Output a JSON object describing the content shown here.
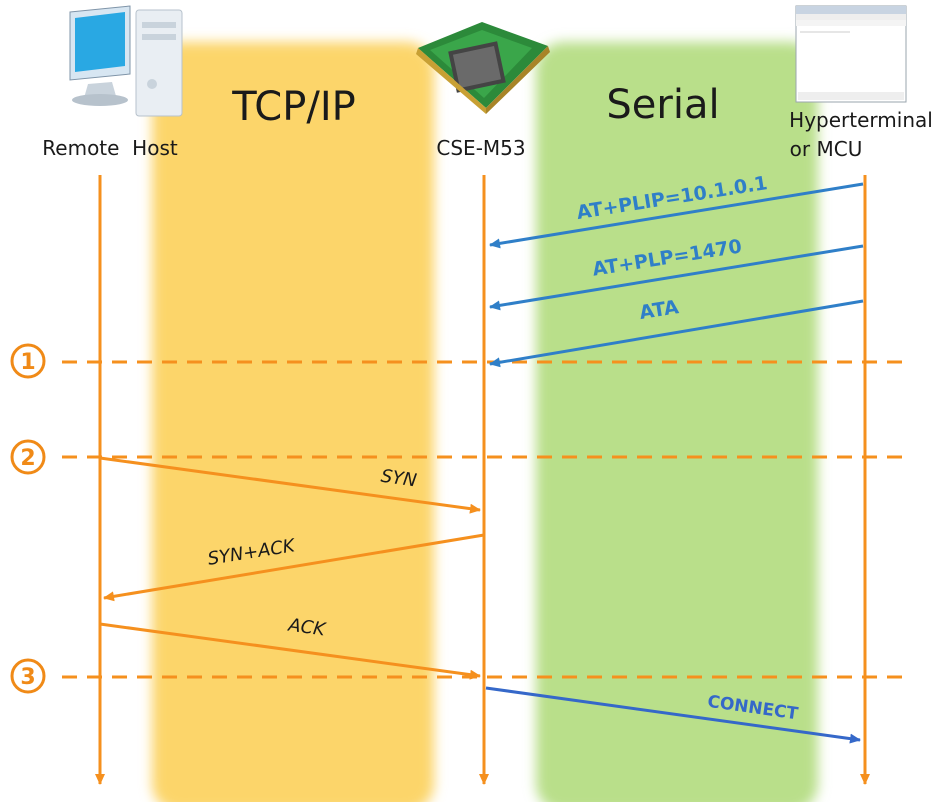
{
  "zones": {
    "tcp_label": "TCP/IP",
    "serial_label": "Serial"
  },
  "entities": {
    "remote": "Remote  Host",
    "module": "CSE-M53",
    "terminal_line1": "Hyperterminal",
    "terminal_line2": "or MCU"
  },
  "messages": {
    "plip": "AT+PLIP=10.1.0.1",
    "plp": "AT+PLP=1470",
    "ata": "ATA",
    "syn": "SYN",
    "synack": "SYN+ACK",
    "ack": "ACK",
    "connect": "CONNECT"
  },
  "steps": [
    "1",
    "2",
    "3"
  ],
  "colors": {
    "tcp_zone": "#fcd56a",
    "serial_zone": "#b9df8a",
    "lifeline": "#f5901e",
    "blue_arrow": "#2f7fc8",
    "connect_arrow": "#3568c9"
  }
}
